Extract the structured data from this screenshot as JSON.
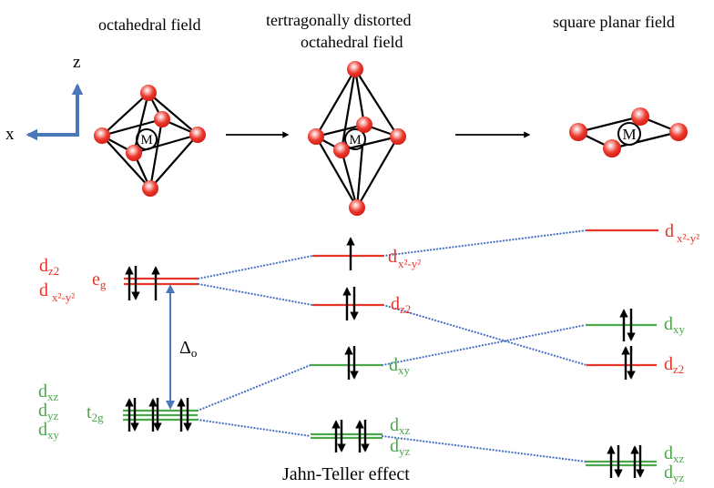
{
  "titles": {
    "octahedral": "octahedral field",
    "tetragonal_line1": "tertragonally distorted",
    "tetragonal_line2": "octahedral field",
    "square_planar": "square planar field"
  },
  "axes": {
    "z": "z",
    "x": "x"
  },
  "metal_symbol": "M",
  "colors": {
    "eg_red": "#e8342a",
    "t2g_green": "#4aa84a",
    "correlation_line": "#4a72c4",
    "axis_arrow": "#4a78b8"
  },
  "octahedral": {
    "eg_orbitals": [
      {
        "d": "d",
        "sub": "z2"
      },
      {
        "d": "d",
        "sub": "x²-y²"
      }
    ],
    "eg_label": {
      "main": "e",
      "sub": "g"
    },
    "eg_electrons": 3,
    "t2g_orbitals": [
      {
        "d": "d",
        "sub": "xz"
      },
      {
        "d": "d",
        "sub": "yz"
      },
      {
        "d": "d",
        "sub": "xy"
      }
    ],
    "t2g_label": {
      "main": "t",
      "sub": "2g"
    },
    "t2g_electrons": 6,
    "splitting": {
      "main": "Δ",
      "sub": "o"
    }
  },
  "tetragonal": {
    "levels": [
      {
        "d": "d",
        "sub": "x²-y²",
        "electrons": 1
      },
      {
        "d": "d",
        "sub": "z2",
        "electrons": 2
      },
      {
        "d": "d",
        "sub": "xy",
        "electrons": 2
      },
      {
        "d": "d",
        "sub": "xz",
        "electrons": 2
      },
      {
        "d": "d",
        "sub": "yz",
        "electrons": 2
      }
    ],
    "caption": "Jahn-Teller effect"
  },
  "square_planar": {
    "levels": [
      {
        "d": "d",
        "sub": "x²-y²",
        "electrons": 0
      },
      {
        "d": "d",
        "sub": "xy",
        "electrons": 2
      },
      {
        "d": "d",
        "sub": "z2",
        "electrons": 2
      },
      {
        "d": "d",
        "sub": "xz",
        "electrons": 2
      },
      {
        "d": "d",
        "sub": "yz",
        "electrons": 2
      }
    ]
  }
}
